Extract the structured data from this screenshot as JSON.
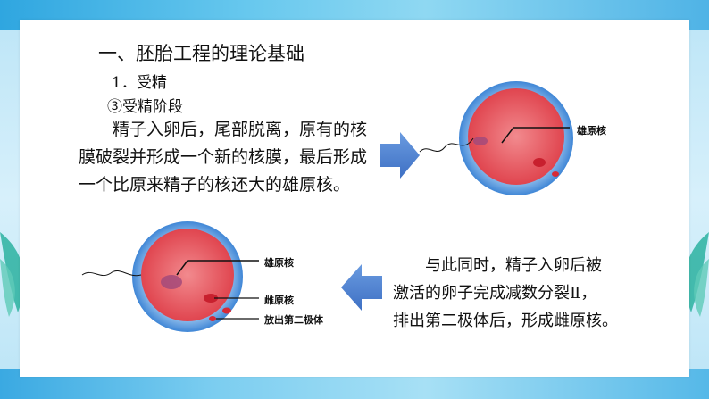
{
  "heading": "一、胚胎工程的理论基础",
  "subheading1": "1．受精",
  "subheading2": "③受精阶段",
  "paragraph_top": [
    "精子入卵后，尾部脱离，原有的核",
    "膜破裂并形成一个新的核膜，最后形成",
    "一个比原来精子的核还大的雄原核。"
  ],
  "paragraph_bottom": [
    "与此同时，精子入卵后被",
    "激活的卵子完成减数分裂Ⅱ，",
    "排出第二极体后，形成雌原核。"
  ],
  "labels": {
    "male_pronucleus_top": "雄原核",
    "male_pronucleus_bottom": "雄原核",
    "female_pronucleus": "雌原核",
    "polar_body": "放出第二极体"
  },
  "colors": {
    "arrow_blue": "#4a7fcf",
    "cell_outer": "#4f8fd8",
    "cell_inner": "#e8505a"
  }
}
